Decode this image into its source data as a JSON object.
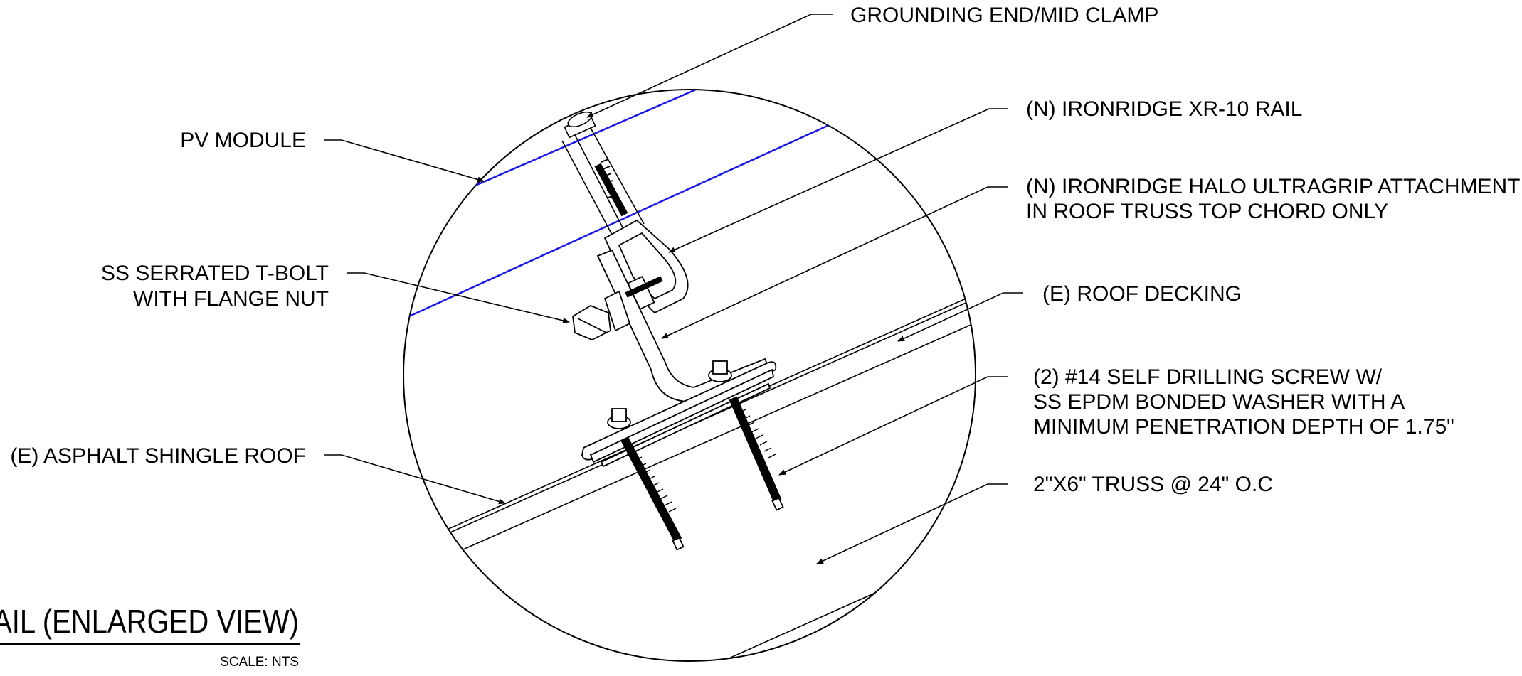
{
  "labels": {
    "clamp": "GROUNDING END/MID CLAMP",
    "rail": "(N) IRONRIDGE XR-10 RAIL",
    "attachment_line1": "(N) IRONRIDGE HALO ULTRAGRIP ATTACHMENT",
    "attachment_line2": "IN ROOF TRUSS TOP CHORD ONLY",
    "pv_module": "PV MODULE",
    "tbolt_line1": "SS SERRATED T-BOLT",
    "tbolt_line2": "WITH FLANGE NUT",
    "decking": "(E) ROOF DECKING",
    "screw_line1": "(2) #14 SELF DRILLING SCREW  W/",
    "screw_line2": "SS EPDM BONDED WASHER WITH A",
    "screw_line3": "MINIMUM PENETRATION DEPTH OF 1.75\"",
    "shingle": "(E) ASPHALT SHINGLE ROOF",
    "truss": "2\"X6\" TRUSS @ 24\" O.C"
  },
  "title": {
    "text": "AIL (ENLARGED VIEW)",
    "scale": "SCALE: NTS"
  },
  "colors": {
    "line": "#000000",
    "module": "#1a1adc"
  }
}
